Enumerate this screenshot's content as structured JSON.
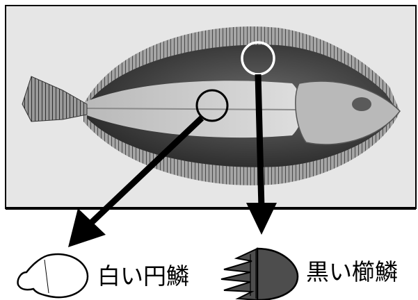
{
  "labels": {
    "cycloid_scale": "白い円鱗",
    "ctenoid_scale": "黒い櫛鱗"
  },
  "colors": {
    "panel_background": "#e6e6e6",
    "panel_border": "#000000",
    "fish_dark": "#3a3a3a",
    "fish_light": "#c8c8c8",
    "cycloid_scale_fill": "#ffffff",
    "ctenoid_scale_fill": "#4d4d4d",
    "arrow": "#000000",
    "marker_circle": "#ffffff"
  },
  "icons": {
    "fish": "flatfish-photo",
    "cycloid": "cycloid-scale-icon",
    "ctenoid": "ctenoid-scale-icon"
  }
}
